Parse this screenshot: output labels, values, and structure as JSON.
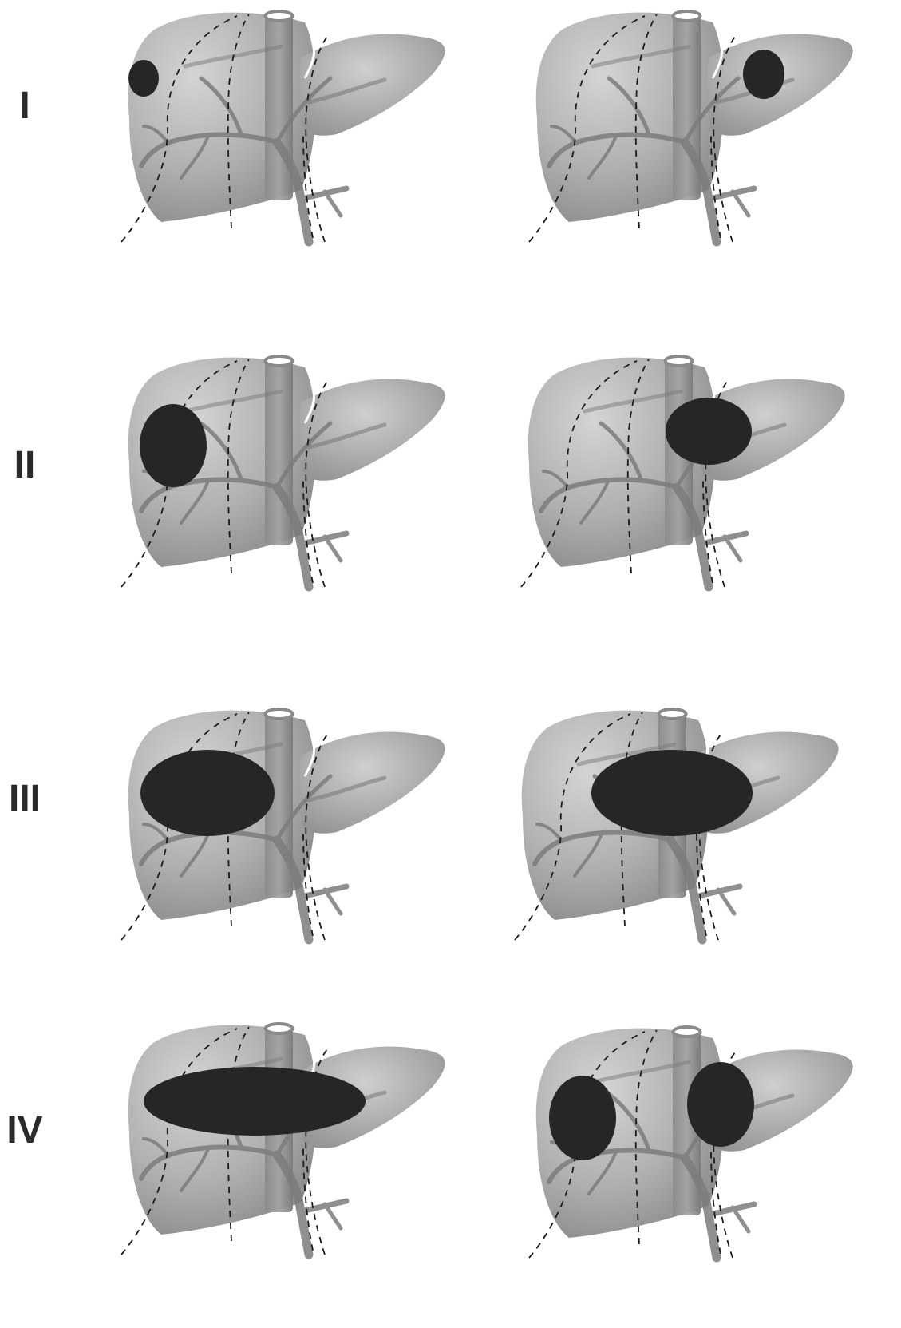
{
  "stages": [
    {
      "label": "I",
      "left": {
        "tumors": [
          {
            "segment": "right-lateral",
            "size": "small"
          }
        ]
      },
      "right": {
        "tumors": [
          {
            "segment": "left-lobe",
            "size": "small"
          }
        ]
      }
    },
    {
      "label": "II",
      "left": {
        "tumors": [
          {
            "segment": "right-lateral",
            "size": "medium"
          }
        ]
      },
      "right": {
        "tumors": [
          {
            "segment": "medial-left",
            "size": "medium"
          }
        ]
      }
    },
    {
      "label": "III",
      "left": {
        "tumors": [
          {
            "segment": "right-lobe",
            "size": "large"
          }
        ]
      },
      "right": {
        "tumors": [
          {
            "segment": "central",
            "size": "large"
          }
        ]
      }
    },
    {
      "label": "IV",
      "left": {
        "tumors": [
          {
            "segment": "transverse",
            "size": "extensive"
          }
        ]
      },
      "right": {
        "tumors": [
          {
            "segment": "right-lateral",
            "size": "medium"
          },
          {
            "segment": "left-lobe",
            "size": "medium"
          }
        ]
      }
    }
  ],
  "colors": {
    "liver": "#a6a6a6",
    "liver_highlight": "#d2d2d2",
    "vessel": "#7c7c7c",
    "tumor": "#262626",
    "label": "#2a2a2a"
  }
}
